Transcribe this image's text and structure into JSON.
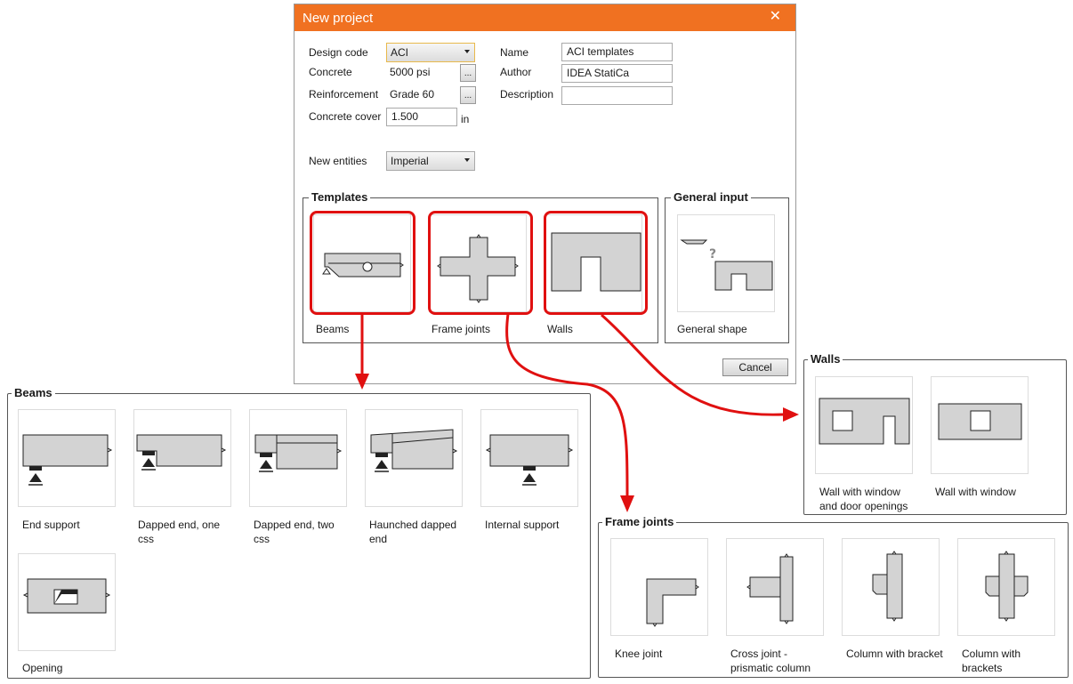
{
  "dialog": {
    "title": "New project",
    "design_code_label": "Design code",
    "design_code_value": "ACI",
    "concrete_label": "Concrete",
    "concrete_value": "5000 psi",
    "reinforcement_label": "Reinforcement",
    "reinforcement_value": "Grade 60",
    "cover_label": "Concrete cover",
    "cover_value": "1.500",
    "cover_unit": "in",
    "new_entities_label": "New entities",
    "new_entities_value": "Imperial",
    "name_label": "Name",
    "name_value": "ACI templates",
    "author_label": "Author",
    "author_value": "IDEA StatiCa",
    "description_label": "Description",
    "description_value": "",
    "browse_label": "...",
    "cancel_label": "Cancel",
    "templates_title": "Templates",
    "general_input_title": "General input",
    "templates": [
      "Beams",
      "Frame joints",
      "Walls"
    ],
    "general_shape": "General shape"
  },
  "beams_panel": {
    "title": "Beams",
    "items": [
      "End support",
      "Dapped end, one css",
      "Dapped end, two css",
      "Haunched dapped end",
      "Internal support",
      "Opening"
    ]
  },
  "walls_panel": {
    "title": "Walls",
    "items": [
      "Wall with window and door openings",
      "Wall with window"
    ]
  },
  "frame_panel": {
    "title": "Frame joints",
    "items": [
      "Knee joint",
      "Cross joint - prismatic column",
      "Column with bracket",
      "Column with brackets"
    ]
  },
  "colors": {
    "titlebar": "#f07121",
    "highlight": "#e01010",
    "shape_fill": "#d3d3d3"
  }
}
